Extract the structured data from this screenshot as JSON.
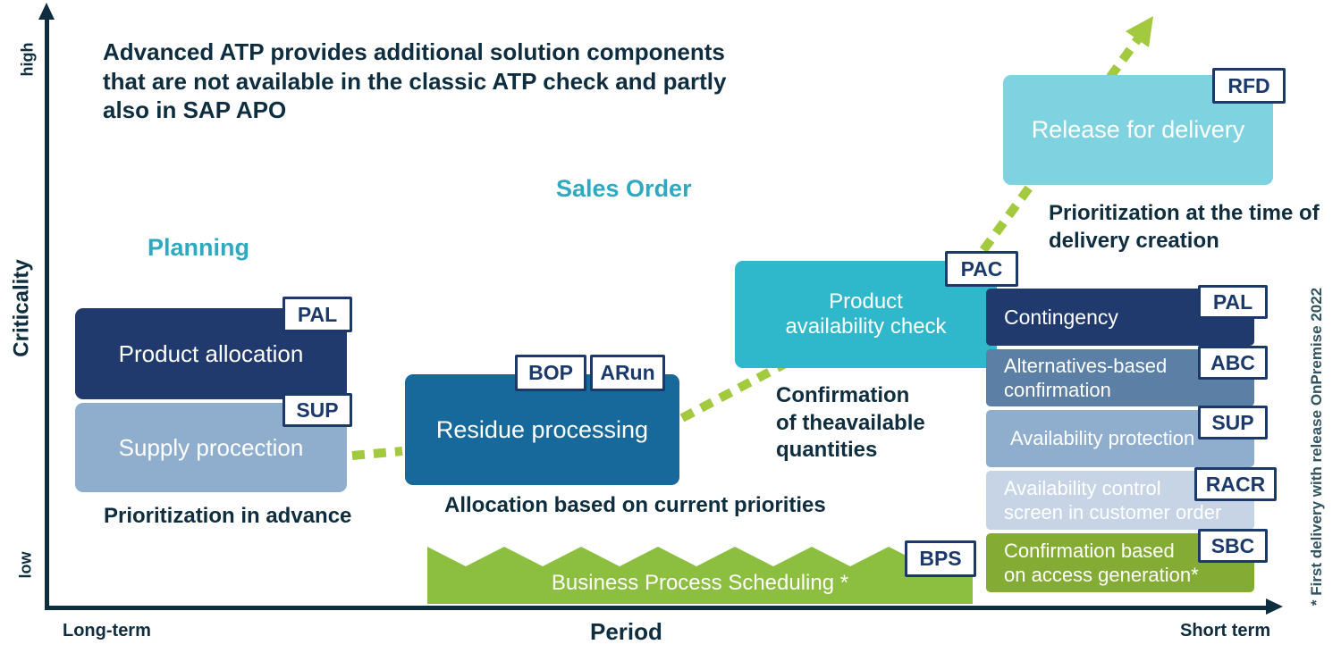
{
  "title": "Advanced ATP provides additional solution components\nthat are not available in the classic ATP check and partly\nalso in SAP APO",
  "section_labels": {
    "planning": "Planning",
    "sales_order": "Sales Order"
  },
  "axes": {
    "y_label": "Criticality",
    "y_top": "high",
    "y_bottom": "low",
    "x_label": "Period",
    "x_left": "Long-term",
    "x_right": "Short term"
  },
  "boxes": {
    "product_allocation": {
      "label": "Product allocation",
      "badge": "PAL",
      "color": "#203A6E"
    },
    "supply_protection": {
      "label": "Supply procection",
      "badge": "SUP",
      "color": "#8FAECE"
    },
    "residue_processing": {
      "label": "Residue processing",
      "badges": [
        "BOP",
        "ARun"
      ],
      "color": "#16699A"
    },
    "product_availability_check": {
      "label": "Product\navailability check",
      "badge": "PAC",
      "color": "#2FB8CC"
    },
    "release_for_delivery": {
      "label": "Release for delivery",
      "badge": "RFD",
      "color": "#7FD2DF"
    },
    "contingency": {
      "label": "Contingency",
      "badge": "PAL",
      "color": "#203A6E"
    },
    "alternatives_based_confirmation": {
      "label": "Alternatives-based\nconfirmation",
      "badge": "ABC",
      "color": "#5C7FA5"
    },
    "availability_protection": {
      "label": "Availability protection",
      "badge": "SUP",
      "color": "#8FAECE"
    },
    "availability_control_screen": {
      "label": "Availability control\nscreen in customer order",
      "badge": "RACR",
      "color": "#C7D4E6"
    },
    "confirmation_access_generation": {
      "label": "Confirmation based\non access generation*",
      "badge": "SBC",
      "color": "#84AC35"
    },
    "business_process_scheduling": {
      "label": "Business Process Scheduling *",
      "badge": "BPS",
      "color": "#8CBE3F"
    }
  },
  "annotations": {
    "prioritization_in_advance": "Prioritization in advance",
    "allocation_current_priorities": "Allocation based on current priorities",
    "confirmation_quantities": "Confirmation\nof theavailable\nquantities",
    "prioritization_delivery": "Prioritization at the time of\ndelivery creation"
  },
  "footnote": "* First delivery with release OnPremise 2022",
  "colors": {
    "ink": "#0E2D3E",
    "teal_heading": "#2FA9C0",
    "badge_navy": "#1B3A6B",
    "arrow_green": "#A3C93E",
    "footnote_teal": "#31525E"
  }
}
